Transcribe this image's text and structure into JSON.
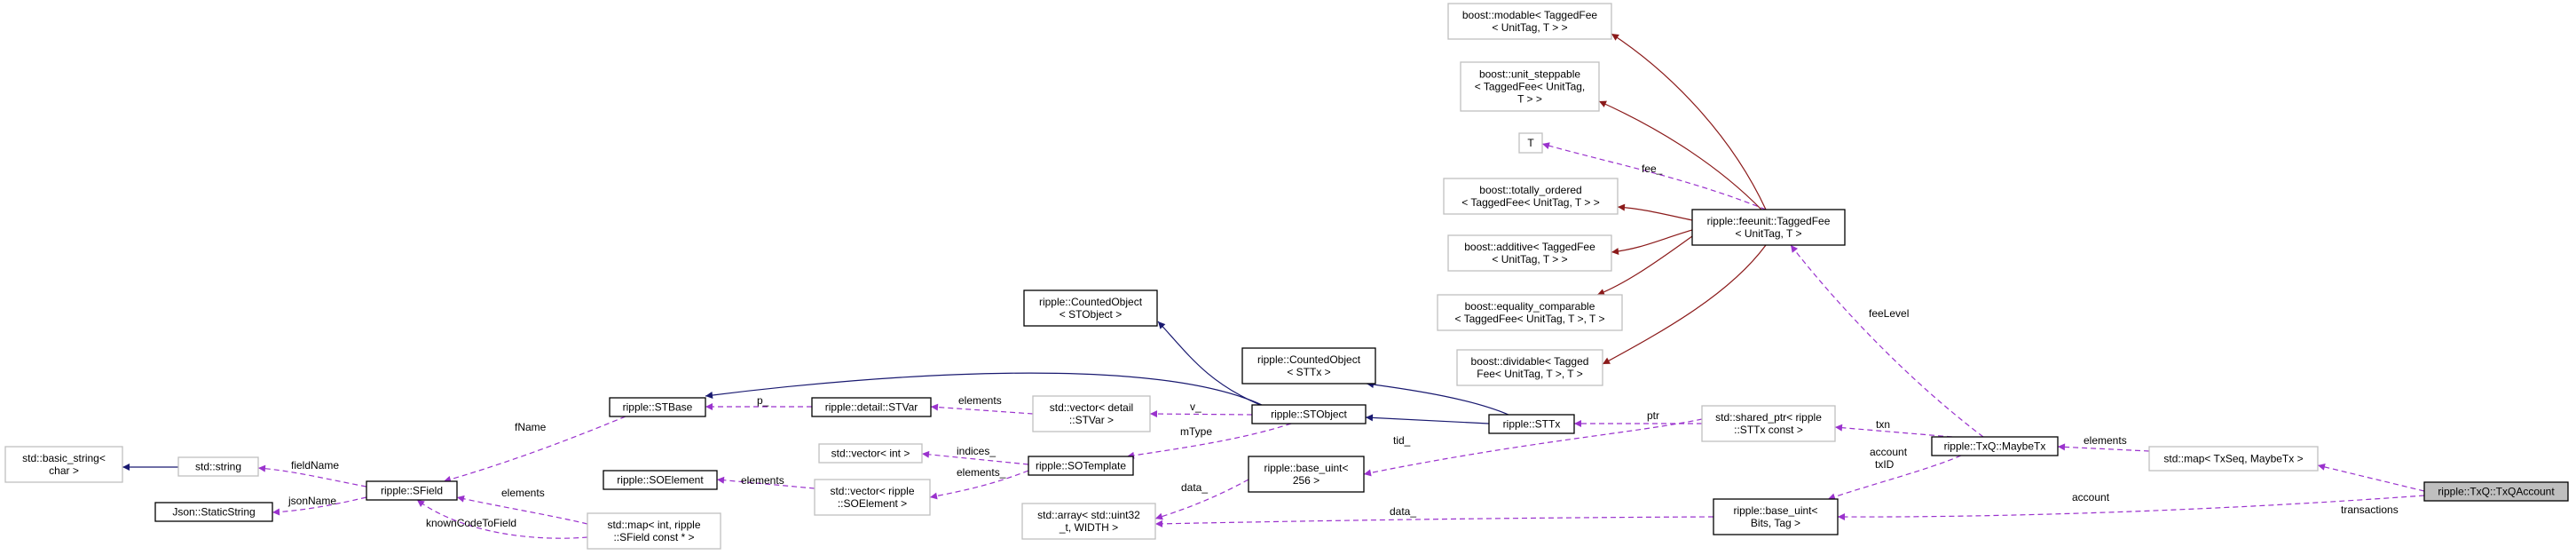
{
  "diagram": {
    "nodes": [
      {
        "id": "txqaccount",
        "lines": [
          "ripple::TxQ::TxQAccount"
        ],
        "style": "focus"
      },
      {
        "id": "map_txseq",
        "lines": [
          "std::map< TxSeq, MaybeTx >"
        ],
        "style": "ext"
      },
      {
        "id": "maybetx",
        "lines": [
          "ripple::TxQ::MaybeTx"
        ],
        "style": "doc"
      },
      {
        "id": "base_uint_bits",
        "lines": [
          "ripple::base_uint<",
          "Bits, Tag >"
        ],
        "style": "doc"
      },
      {
        "id": "shared_ptr_sttx",
        "lines": [
          "std::shared_ptr< ripple",
          "::STTx const >"
        ],
        "style": "ext"
      },
      {
        "id": "taggedfee",
        "lines": [
          "ripple::feeunit::TaggedFee",
          "< UnitTag, T >"
        ],
        "style": "doc"
      },
      {
        "id": "modable",
        "lines": [
          "boost::modable< TaggedFee",
          "< UnitTag, T > >"
        ],
        "style": "ext"
      },
      {
        "id": "unit_steppable",
        "lines": [
          "boost::unit_steppable",
          "< TaggedFee< UnitTag,",
          "T > >"
        ],
        "style": "ext"
      },
      {
        "id": "T",
        "lines": [
          "T"
        ],
        "style": "ext"
      },
      {
        "id": "totally_ordered",
        "lines": [
          "boost::totally_ordered",
          "< TaggedFee< UnitTag, T > >"
        ],
        "style": "ext"
      },
      {
        "id": "additive",
        "lines": [
          "boost::additive< TaggedFee",
          "< UnitTag, T > >"
        ],
        "style": "ext"
      },
      {
        "id": "equality_comparable",
        "lines": [
          "boost::equality_comparable",
          "< TaggedFee< UnitTag, T >, T >"
        ],
        "style": "ext"
      },
      {
        "id": "dividable",
        "lines": [
          "boost::dividable< Tagged",
          "Fee< UnitTag, T >, T >"
        ],
        "style": "ext"
      },
      {
        "id": "sttx",
        "lines": [
          "ripple::STTx"
        ],
        "style": "doc"
      },
      {
        "id": "counted_sttx",
        "lines": [
          "ripple::CountedObject",
          "< STTx >"
        ],
        "style": "doc"
      },
      {
        "id": "stobject",
        "lines": [
          "ripple::STObject"
        ],
        "style": "doc"
      },
      {
        "id": "counted_stobject",
        "lines": [
          "ripple::CountedObject",
          "< STObject >"
        ],
        "style": "doc"
      },
      {
        "id": "base_uint_256",
        "lines": [
          "ripple::base_uint<",
          "256 >"
        ],
        "style": "doc"
      },
      {
        "id": "array_uint32",
        "lines": [
          "std::array< std::uint32",
          "_t, WIDTH >"
        ],
        "style": "ext"
      },
      {
        "id": "vector_stvar",
        "lines": [
          "std::vector< detail",
          "::STVar >"
        ],
        "style": "ext"
      },
      {
        "id": "sotemplate",
        "lines": [
          "ripple::SOTemplate"
        ],
        "style": "doc"
      },
      {
        "id": "vector_int",
        "lines": [
          "std::vector< int >"
        ],
        "style": "ext"
      },
      {
        "id": "vector_soelement",
        "lines": [
          "std::vector< ripple",
          "::SOElement >"
        ],
        "style": "ext"
      },
      {
        "id": "soelement",
        "lines": [
          "ripple::SOElement"
        ],
        "style": "doc"
      },
      {
        "id": "stvar",
        "lines": [
          "ripple::detail::STVar"
        ],
        "style": "doc"
      },
      {
        "id": "stbase",
        "lines": [
          "ripple::STBase"
        ],
        "style": "doc"
      },
      {
        "id": "sfield",
        "lines": [
          "ripple::SField"
        ],
        "style": "doc"
      },
      {
        "id": "map_int_sfield",
        "lines": [
          "std::map< int, ripple",
          "::SField const * >"
        ],
        "style": "ext"
      },
      {
        "id": "std_string",
        "lines": [
          "std::string"
        ],
        "style": "ext"
      },
      {
        "id": "basic_string",
        "lines": [
          "std::basic_string<",
          "char >"
        ],
        "style": "ext"
      },
      {
        "id": "static_string",
        "lines": [
          "Json::StaticString"
        ],
        "style": "doc"
      }
    ],
    "edges": [
      {
        "id": "transactions",
        "label": "transactions",
        "kind": "usage"
      },
      {
        "id": "account_focus",
        "label": "account",
        "kind": "usage"
      },
      {
        "id": "elements_map",
        "label": "elements",
        "kind": "usage"
      },
      {
        "id": "account_txid",
        "label": "account\ntxID",
        "kind": "usage"
      },
      {
        "id": "txn",
        "label": "txn",
        "kind": "usage"
      },
      {
        "id": "feelevel",
        "label": "feeLevel",
        "kind": "usage"
      },
      {
        "id": "fee",
        "label": "fee_",
        "kind": "usage"
      },
      {
        "id": "ptr",
        "label": "ptr",
        "kind": "usage"
      },
      {
        "id": "tid",
        "label": "tid_",
        "kind": "usage"
      },
      {
        "id": "data_256",
        "label": "data_",
        "kind": "usage"
      },
      {
        "id": "data_bits",
        "label": "data_",
        "kind": "usage"
      },
      {
        "id": "v",
        "label": "v_",
        "kind": "usage"
      },
      {
        "id": "mtype",
        "label": "mType",
        "kind": "usage"
      },
      {
        "id": "indices",
        "label": "indices_",
        "kind": "usage"
      },
      {
        "id": "elements_vec",
        "label": "elements_",
        "kind": "usage"
      },
      {
        "id": "elements_soel",
        "label": "elements",
        "kind": "usage"
      },
      {
        "id": "elements_stvar",
        "label": "elements",
        "kind": "usage"
      },
      {
        "id": "p",
        "label": "p_",
        "kind": "usage"
      },
      {
        "id": "fname",
        "label": "fName",
        "kind": "usage"
      },
      {
        "id": "elements_sfield",
        "label": "elements",
        "kind": "usage"
      },
      {
        "id": "knowncode",
        "label": "knownCodeToField",
        "kind": "usage"
      },
      {
        "id": "fieldname",
        "label": "fieldName",
        "kind": "usage"
      },
      {
        "id": "jsonname",
        "label": "jsonName",
        "kind": "usage"
      },
      {
        "id": "inh_sttx_stobject",
        "label": "",
        "kind": "public"
      },
      {
        "id": "inh_sttx_counted",
        "label": "",
        "kind": "public"
      },
      {
        "id": "inh_stobject_stbase",
        "label": "",
        "kind": "public"
      },
      {
        "id": "inh_stobject_counted",
        "label": "",
        "kind": "public"
      },
      {
        "id": "inh_string_basic",
        "label": "",
        "kind": "public"
      },
      {
        "id": "tpl_modable",
        "label": "",
        "kind": "template"
      },
      {
        "id": "tpl_unit_steppable",
        "label": "",
        "kind": "template"
      },
      {
        "id": "tpl_totally_ordered",
        "label": "",
        "kind": "template"
      },
      {
        "id": "tpl_additive",
        "label": "",
        "kind": "template"
      },
      {
        "id": "tpl_equality",
        "label": "",
        "kind": "template"
      },
      {
        "id": "tpl_dividable",
        "label": "",
        "kind": "template"
      }
    ],
    "colors": {
      "usage_edge": "#9a32cd",
      "public_inheritance": "#191970",
      "template_instance": "#8b1a1a",
      "documented_border": "#000000",
      "external_border": "#bfbfbf",
      "focus_fill": "#bfbfbf"
    }
  }
}
